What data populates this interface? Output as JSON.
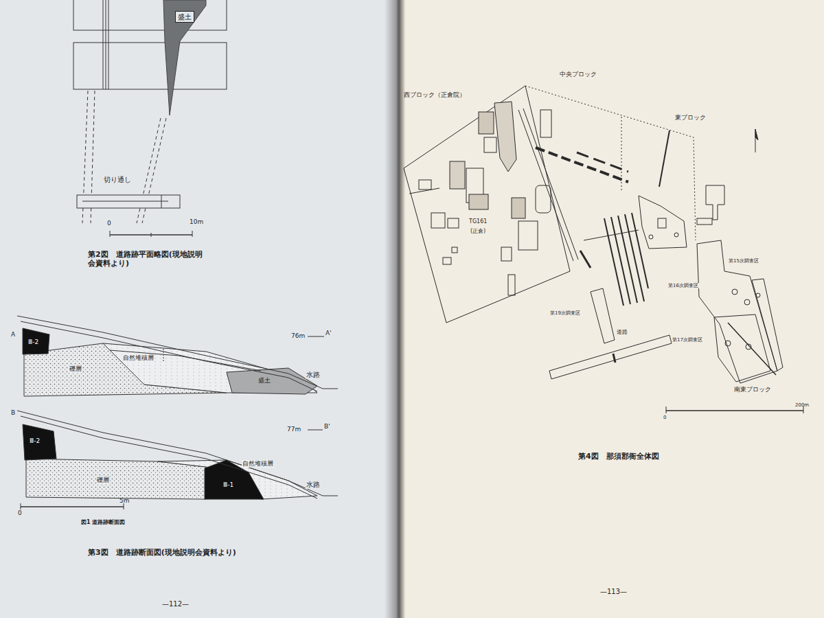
{
  "diagram": {
    "nodes": [
      {
        "text": [
          "盛土"
        ]
      },
      {
        "text": [
          "Ⅲ-2"
        ]
      },
      {
        "text": [
          "Ⅲ-2"
        ]
      },
      {
        "text": [
          "Ⅲ-1"
        ]
      }
    ],
    "labels": [
      "切り通し",
      "0",
      "10m",
      "第2図　道路跡平面略図(現地説明会資料より)",
      "A",
      "76m",
      "A'",
      "礫層",
      "自然堆積層",
      "盛土",
      "水路",
      "B",
      "77m",
      "B'",
      "礫層",
      "自然堆積層",
      "水路",
      "0",
      "5m",
      "図1 道路跡断面図",
      "第3図　道路跡断面図(現地説明会資料より)",
      "—112—",
      "中央ブロック",
      "西ブロック（正倉院）",
      "東ブロック",
      "TG161",
      "(正倉)",
      "第19次調査区",
      "道路",
      "第15次調査区",
      "第16次調査区",
      "第17次調査区",
      "南東ブロック",
      "0",
      "200m",
      "第4図　那須郡衙全体図",
      "—113—"
    ]
  }
}
